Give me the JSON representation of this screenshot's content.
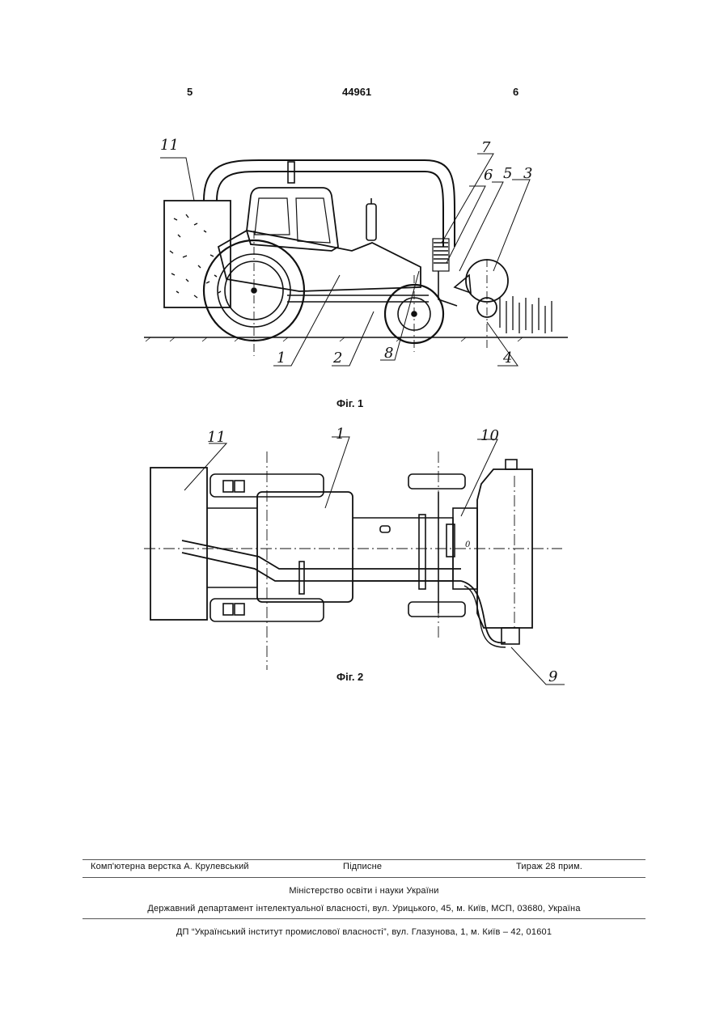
{
  "header": {
    "page_left": "5",
    "patent_number": "44961",
    "page_right": "6"
  },
  "figures": [
    {
      "caption": "Фіг. 1",
      "labels": [
        "11",
        "7",
        "6",
        "5",
        "3",
        "1",
        "2",
        "8",
        "4"
      ]
    },
    {
      "caption": "Фіг. 2",
      "labels": [
        "11",
        "1",
        "10",
        "9"
      ]
    }
  ],
  "footer": {
    "layout": "Комп'ютерна верстка А. Крулевський",
    "signed": "Підписне",
    "circulation": "Тираж 28 прим.",
    "ministry": "Міністерство освіти і науки України",
    "department": "Державний департамент інтелектуальної власності, вул. Урицького, 45, м. Київ, МСП, 03680, Україна",
    "institute": "ДП “Український інститут промислової власності”, вул. Глазунова, 1, м. Київ – 42, 01601"
  }
}
